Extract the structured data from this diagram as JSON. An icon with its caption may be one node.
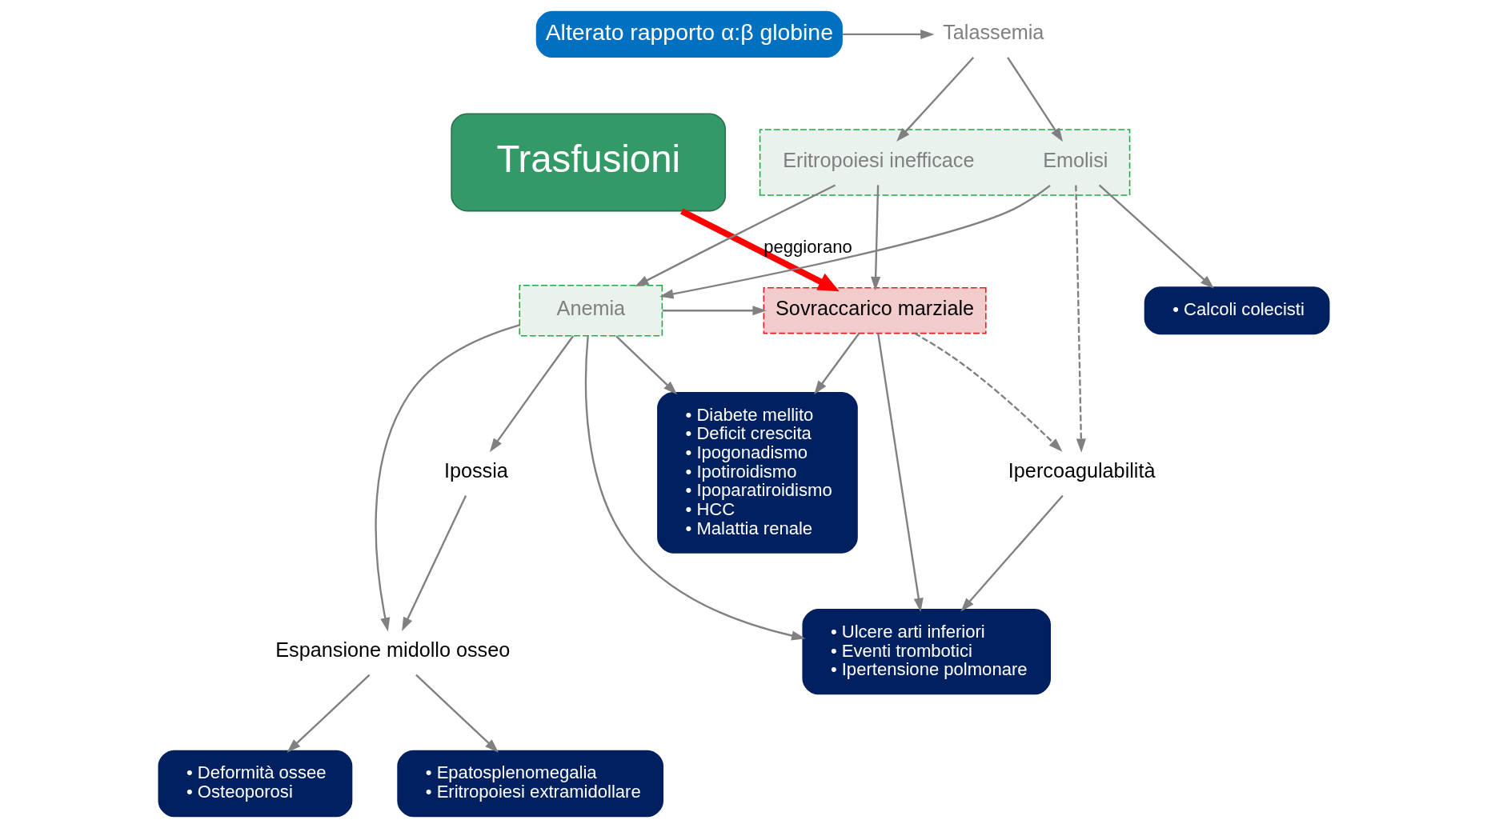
{
  "diagram": {
    "nodes": [
      {
        "text": [
          "Alterato rapporto α:β globine"
        ]
      },
      {
        "text": [
          "Talassemia"
        ]
      },
      {
        "text": [
          "Trasfusioni"
        ]
      },
      {
        "text": [],
        "shape": "box"
      },
      {
        "text": [
          "Eritropoiesi inefficace"
        ],
        "in": 3
      },
      {
        "text": [
          "Emolisi"
        ],
        "in": 3
      },
      {
        "text": [
          "• Calcoli colecisti"
        ]
      },
      {
        "text": [
          "Sovraccarico marziale"
        ]
      },
      {
        "text": [
          "Anemia"
        ]
      },
      {
        "text": [
          "Ipossia"
        ]
      },
      {
        "text": [
          "Espansione midollo osseo"
        ]
      },
      {
        "text": [
          "Ipercoagulabilità"
        ]
      },
      {
        "text": [
          "• Diabete mellito",
          "• Deficit crescita",
          "• Ipogonadismo",
          "• Ipotiroidismo",
          "• Ipoparatiroidismo",
          "• HCC",
          "• Malattia renale"
        ]
      },
      {
        "text": [
          "• Ulcere arti inferiori",
          "• Eventi trombotici",
          "• Ipertensione polmonare"
        ]
      },
      {
        "text": [
          "• Deformità ossee",
          "• Osteoporosi"
        ]
      },
      {
        "text": [
          "• Epatosplenomegalia",
          "• Eritropoiesi extramidollare"
        ]
      }
    ],
    "edges": [
      {
        "from": 0,
        "to": 1,
        "arrow": "to"
      },
      {
        "from": 1,
        "to": 4,
        "arrow": "to"
      },
      {
        "from": 1,
        "to": 5,
        "arrow": "to"
      },
      {
        "from": 5,
        "to": 6,
        "arrow": "to"
      },
      {
        "from": 4,
        "to": 7,
        "arrow": "to"
      },
      {
        "from": 4,
        "to": 8,
        "arrow": "to"
      },
      {
        "from": 5,
        "to": 8,
        "arrow": "to"
      },
      {
        "from": 2,
        "to": 7,
        "arrow": "to",
        "label": "peggiorano",
        "style": "thick",
        "color": "#ff0000"
      },
      {
        "from": 8,
        "to": 7,
        "arrow": "to"
      },
      {
        "from": 8,
        "to": 9,
        "arrow": "to"
      },
      {
        "from": 9,
        "to": 10,
        "arrow": "to"
      },
      {
        "from": 8,
        "to": 10,
        "arrow": "to"
      },
      {
        "from": 5,
        "to": 11,
        "arrow": "to",
        "style": "dashed"
      },
      {
        "from": 7,
        "to": 11,
        "arrow": "to",
        "style": "dashed"
      },
      {
        "from": 7,
        "to": 12,
        "arrow": "to"
      },
      {
        "from": 7,
        "to": 13,
        "arrow": "to"
      },
      {
        "from": 8,
        "to": 12,
        "arrow": "to"
      },
      {
        "from": 8,
        "to": 13,
        "arrow": "to"
      },
      {
        "from": 11,
        "to": 13,
        "arrow": "to"
      },
      {
        "from": 10,
        "to": 14,
        "arrow": "to"
      },
      {
        "from": 10,
        "to": 15,
        "arrow": "to"
      }
    ]
  }
}
